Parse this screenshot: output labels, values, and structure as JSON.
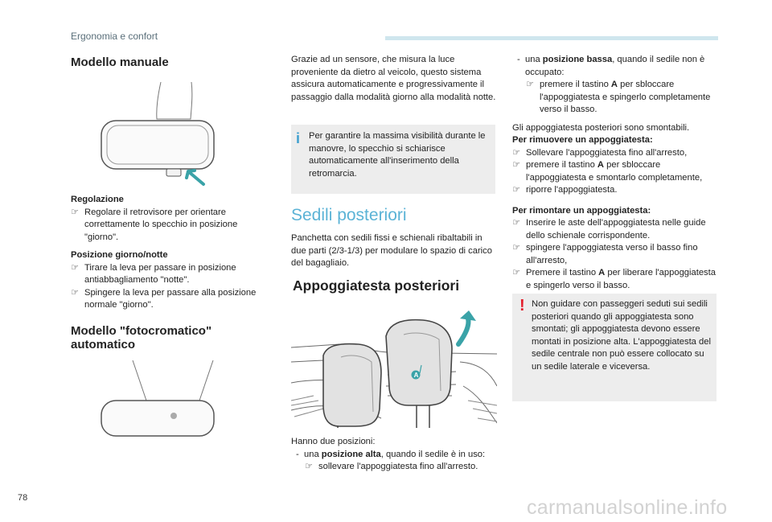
{
  "header": {
    "section": "Ergonomia e confort"
  },
  "page_number": "78",
  "watermark": "carmanualsonline.info",
  "col1": {
    "manual_title": "Modello manuale",
    "regolazione_title": "Regolazione",
    "regolazione_bullet": "Regolare il retrovisore per orientare correttamente lo specchio in posizione \"giorno\".",
    "giorno_notte_title": "Posizione giorno/notte",
    "giorno_notte_b1": "Tirare la leva per passare in posizione antiabbagliamento \"notte\".",
    "giorno_notte_b2": "Spingere la leva per passare alla posizione normale \"giorno\".",
    "auto_title": "Modello \"fotocromatico\" automatico"
  },
  "col2": {
    "intro": "Grazie ad un sensore, che misura la luce proveniente da dietro al veicolo, questo sistema assicura automaticamente e progressivamente il passaggio dalla modalità giorno alla modalità notte.",
    "info_note": "Per garantire la massima visibilità durante le manovre, lo specchio si schiarisce automaticamente all'inserimento della retromarcia.",
    "sedili_title": "Sedili posteriori",
    "sedili_text": "Panchetta con sedili fissi e schienali ribaltabili in due parti (2/3-1/3) per modulare lo spazio di carico del bagagliaio.",
    "appogg_title": "Appoggiatesta posteriori",
    "figure_label": "A",
    "positions_intro": "Hanno due posizioni:",
    "pos_alta_pre": "una ",
    "pos_alta_bold": "posizione alta",
    "pos_alta_post": ", quando il sedile è in uso:",
    "pos_alta_sub": "sollevare l'appoggiatesta fino all'arresto."
  },
  "col3": {
    "pos_bassa_pre": "una ",
    "pos_bassa_bold": "posizione bassa",
    "pos_bassa_post": ", quando il sedile non è occupato:",
    "pos_bassa_sub_pre": "premere il tastino ",
    "pos_bassa_sub_bold": "A",
    "pos_bassa_sub_post": " per sbloccare l'appoggiatesta e spingerlo completamente verso il basso.",
    "smontabili": "Gli appoggiatesta posteriori sono smontabili.",
    "rimuovere_title": "Per rimuovere un appoggiatesta:",
    "rim_b1": "Sollevare l'appoggiatesta fino all'arresto,",
    "rim_b2_pre": "premere il tastino ",
    "rim_b2_bold": "A",
    "rim_b2_post": " per sbloccare l'appoggiatesta e smontarlo completamente,",
    "rim_b3": "riporre l'appoggiatesta.",
    "rimontare_title": "Per rimontare un appoggiatesta:",
    "rimo_b1": "Inserire le aste dell'appoggiatesta nelle guide dello schienale corrispondente.",
    "rimo_b2": "spingere l'appoggiatesta verso il basso fino all'arresto,",
    "rimo_b3_pre": "Premere il tastino ",
    "rimo_b3_bold": "A",
    "rimo_b3_post": " per liberare l'appoggiatesta e spingerlo verso il basso.",
    "warning": "Non guidare con passeggeri seduti sui sedili posteriori quando gli appoggiatesta sono smontati; gli appoggiatesta devono essere montati in posizione alta. L'appoggiatesta del sedile centrale non può essere collocato su un sedile laterale e viceversa."
  },
  "glyphs": {
    "bullet": "",
    "bullet_display": "☞",
    "dash": "-",
    "info": "i",
    "warn": "!"
  },
  "colors": {
    "accent_blue": "#5bb3d6",
    "note_bg": "#ededed",
    "warn_red": "#e31d2b",
    "arrow_teal": "#3aa3a8"
  }
}
